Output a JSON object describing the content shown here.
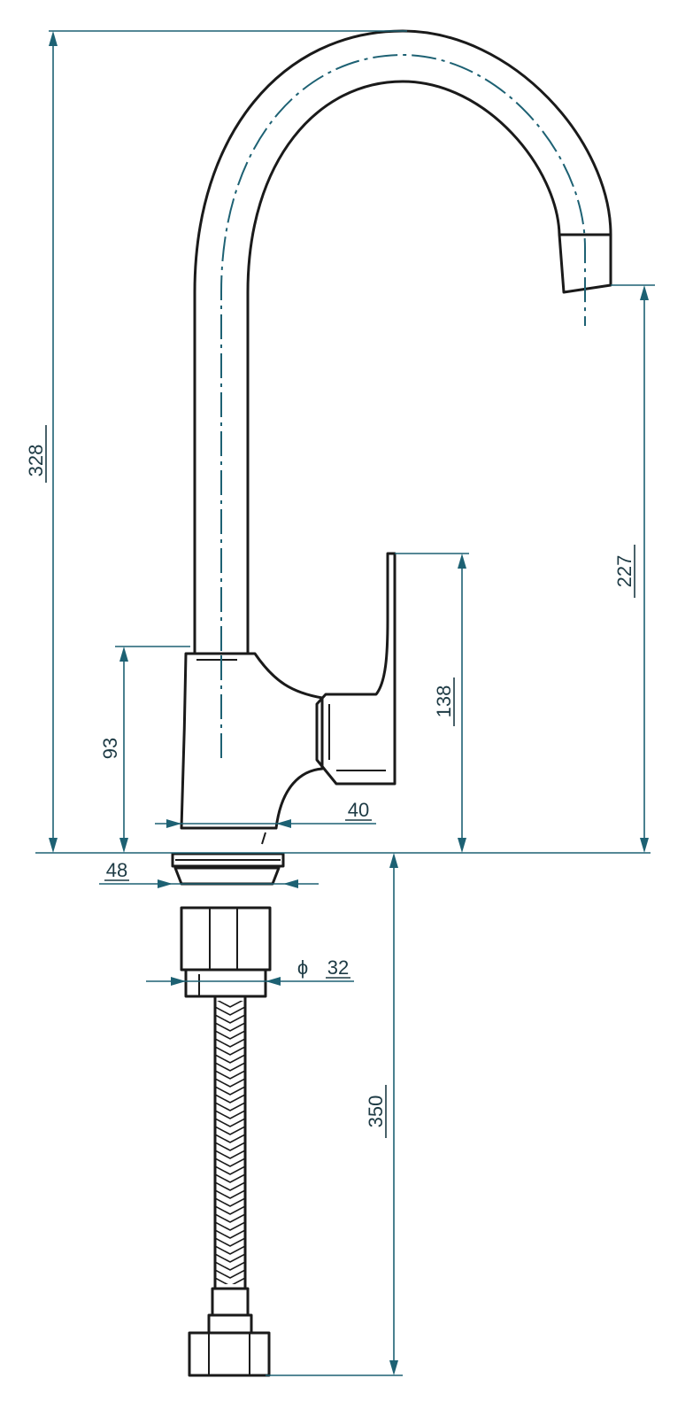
{
  "colors": {
    "outline": "#1a1a1a",
    "dimension": "#1d6173",
    "text": "#1d3a44",
    "background": "#ffffff"
  },
  "dimensions": {
    "total_height": "328",
    "spout_height": "227",
    "lever_height": "138",
    "body_height": "93",
    "body_width": "40",
    "base_width": "48",
    "thread_diameter_symbol": "ϕ",
    "thread_diameter": "32",
    "hose_length": "350"
  }
}
